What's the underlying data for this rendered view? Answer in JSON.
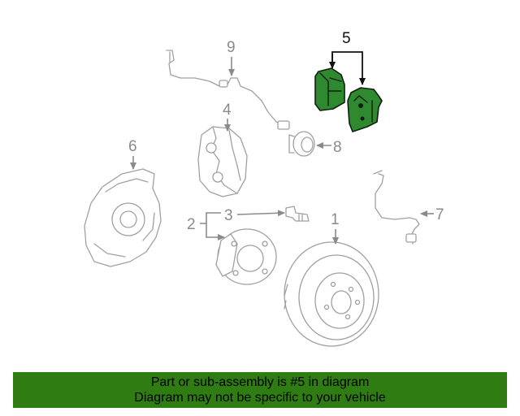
{
  "callouts": {
    "c1": "1",
    "c2": "2",
    "c3": "3",
    "c4": "4",
    "c5": "5",
    "c6": "6",
    "c7": "7",
    "c8": "8",
    "c9": "9"
  },
  "highlighted_part": "5",
  "colors": {
    "highlight_fill": "#2f8a2f",
    "banner_background": "#2f7d12",
    "part_outline": "#a0a0a0"
  },
  "banner": {
    "line1": "Part or sub-assembly is #5 in diagram",
    "line2": "Diagram may not be specific to your vehicle"
  }
}
